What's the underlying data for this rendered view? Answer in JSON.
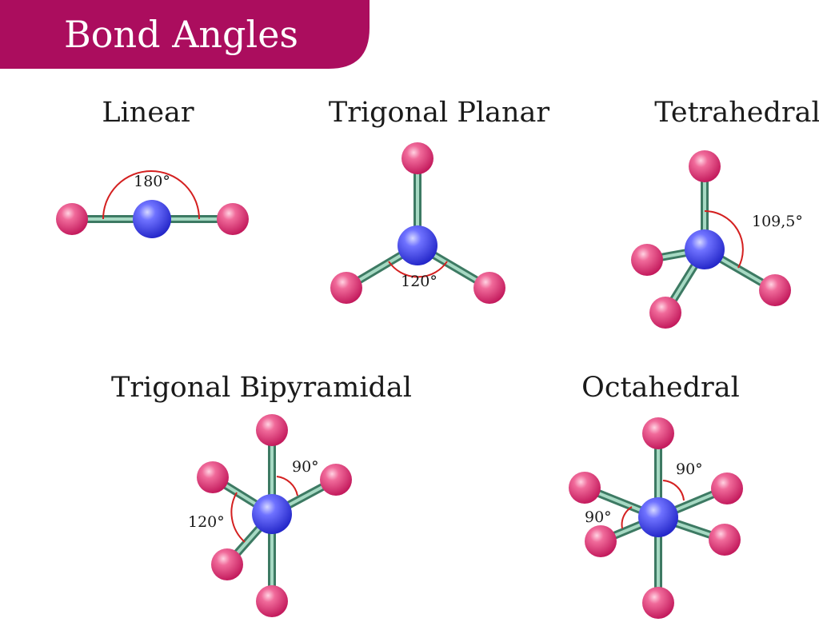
{
  "header": {
    "title": "Bond Angles",
    "bg_color": "#ab0d5e"
  },
  "colors": {
    "central_atom": "#3c3ff0",
    "outer_atom": "#e8437a",
    "bond": "#5fa88a",
    "angle_arc": "#d42020"
  },
  "geometries": [
    {
      "id": "linear",
      "name": "Linear",
      "angles": [
        "180°"
      ]
    },
    {
      "id": "trigonal-planar",
      "name": "Trigonal Planar",
      "angles": [
        "120°"
      ]
    },
    {
      "id": "tetrahedral",
      "name": "Tetrahedral",
      "angles": [
        "109,5°"
      ]
    },
    {
      "id": "trigonal-bipyramidal",
      "name": "Trigonal Bipyramidal",
      "angles": [
        "90°",
        "120°"
      ]
    },
    {
      "id": "octahedral",
      "name": "Octahedral",
      "angles": [
        "90°",
        "90°"
      ]
    }
  ]
}
